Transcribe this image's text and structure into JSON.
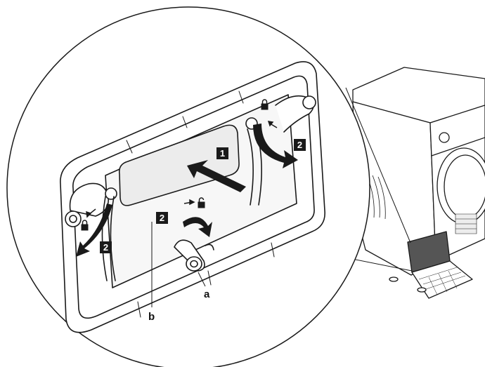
{
  "steps": {
    "push": "1",
    "turn": "2"
  },
  "callouts": {
    "a": "a",
    "b": "b"
  },
  "icons": {
    "lock": "lock-icon",
    "unlock": "unlock-icon",
    "arrow": "curved-arrow-icon"
  },
  "colors": {
    "line": "#1a1a1a",
    "badge": "#1a1a1a",
    "paper": "#ffffff",
    "shade": "#e6e6e6"
  }
}
